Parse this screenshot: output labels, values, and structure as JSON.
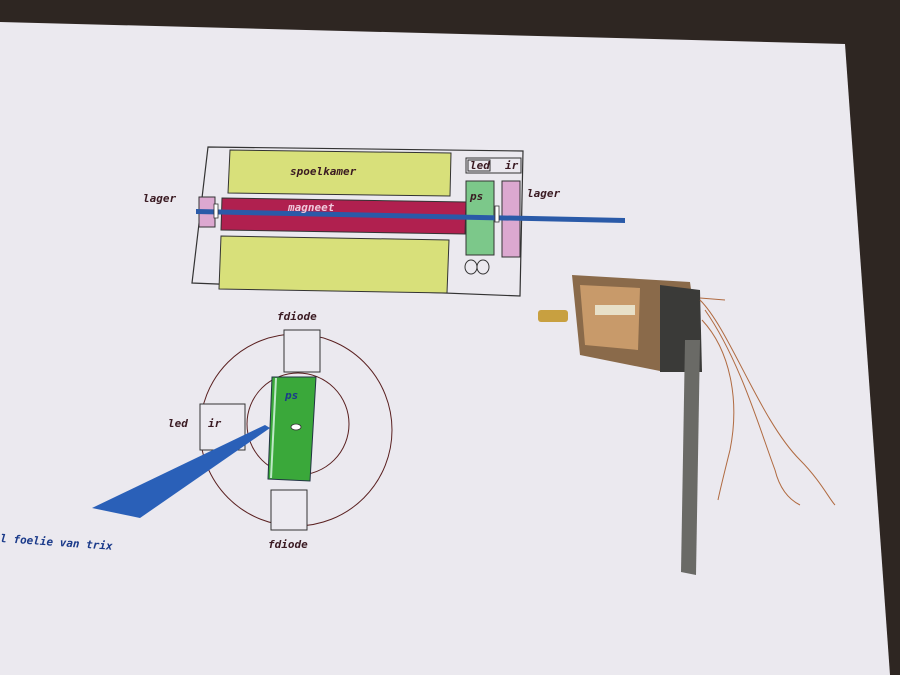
{
  "diagram_side_view": {
    "coil_chamber_label": "spoelkamer",
    "magnet_label": "magneet",
    "bearing_left_label": "lager",
    "bearing_right_label": "lager",
    "led_label": "led",
    "ir_label": "ir",
    "ps_label": "ps"
  },
  "diagram_front_view": {
    "photodiode_top_label": "fdiode",
    "photodiode_bottom_label": "fdiode",
    "led_label": "led",
    "ir_label": "ir",
    "ps_label": "ps",
    "foil_caption": "l foelie van trix"
  },
  "colors": {
    "paper": "#eceaf0",
    "coil": "#d8e07a",
    "magnet": "#b0204f",
    "shaft": "#2a5aa8",
    "ps_side": "#7cc88a",
    "ps_front": "#3aa83a",
    "bearing": "#dca8d0",
    "foil": "#2a60b8"
  }
}
